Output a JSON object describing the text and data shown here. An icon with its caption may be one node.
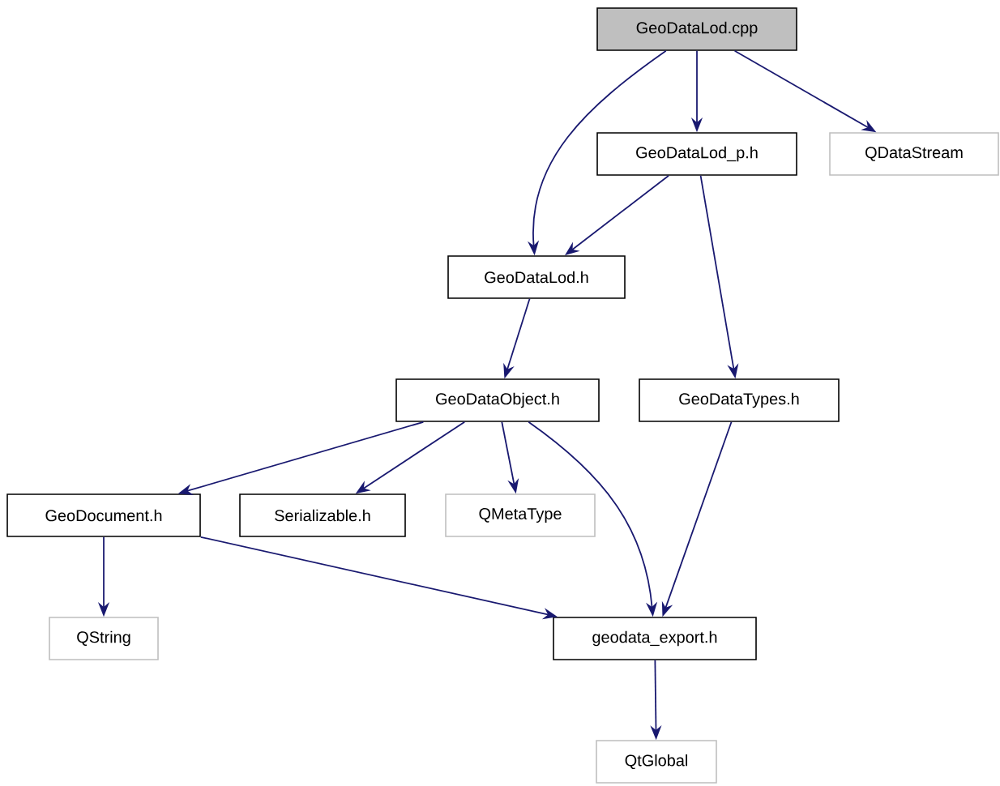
{
  "diagram": {
    "nodes": [
      {
        "text": [
          "GeoDataLod.cpp"
        ]
      },
      {
        "text": [
          "GeoDataLod_p.h"
        ]
      },
      {
        "text": [
          "QDataStream"
        ]
      },
      {
        "text": [
          "GeoDataLod.h"
        ]
      },
      {
        "text": [
          "GeoDataObject.h"
        ]
      },
      {
        "text": [
          "GeoDataTypes.h"
        ]
      },
      {
        "text": [
          "GeoDocument.h"
        ]
      },
      {
        "text": [
          "Serializable.h"
        ]
      },
      {
        "text": [
          "QMetaType"
        ]
      },
      {
        "text": [
          "QString"
        ]
      },
      {
        "text": [
          "geodata_export.h"
        ]
      },
      {
        "text": [
          "QtGlobal"
        ]
      }
    ],
    "edges": [
      {
        "from": 0,
        "to": 3,
        "arrow": "to"
      },
      {
        "from": 0,
        "to": 1,
        "arrow": "to"
      },
      {
        "from": 0,
        "to": 2,
        "arrow": "to"
      },
      {
        "from": 1,
        "to": 3,
        "arrow": "to"
      },
      {
        "from": 1,
        "to": 5,
        "arrow": "to"
      },
      {
        "from": 3,
        "to": 4,
        "arrow": "to"
      },
      {
        "from": 4,
        "to": 6,
        "arrow": "to"
      },
      {
        "from": 4,
        "to": 7,
        "arrow": "to"
      },
      {
        "from": 4,
        "to": 8,
        "arrow": "to"
      },
      {
        "from": 4,
        "to": 10,
        "arrow": "to"
      },
      {
        "from": 5,
        "to": 10,
        "arrow": "to"
      },
      {
        "from": 6,
        "to": 9,
        "arrow": "to"
      },
      {
        "from": 6,
        "to": 10,
        "arrow": "to"
      },
      {
        "from": 10,
        "to": 11,
        "arrow": "to"
      }
    ]
  }
}
